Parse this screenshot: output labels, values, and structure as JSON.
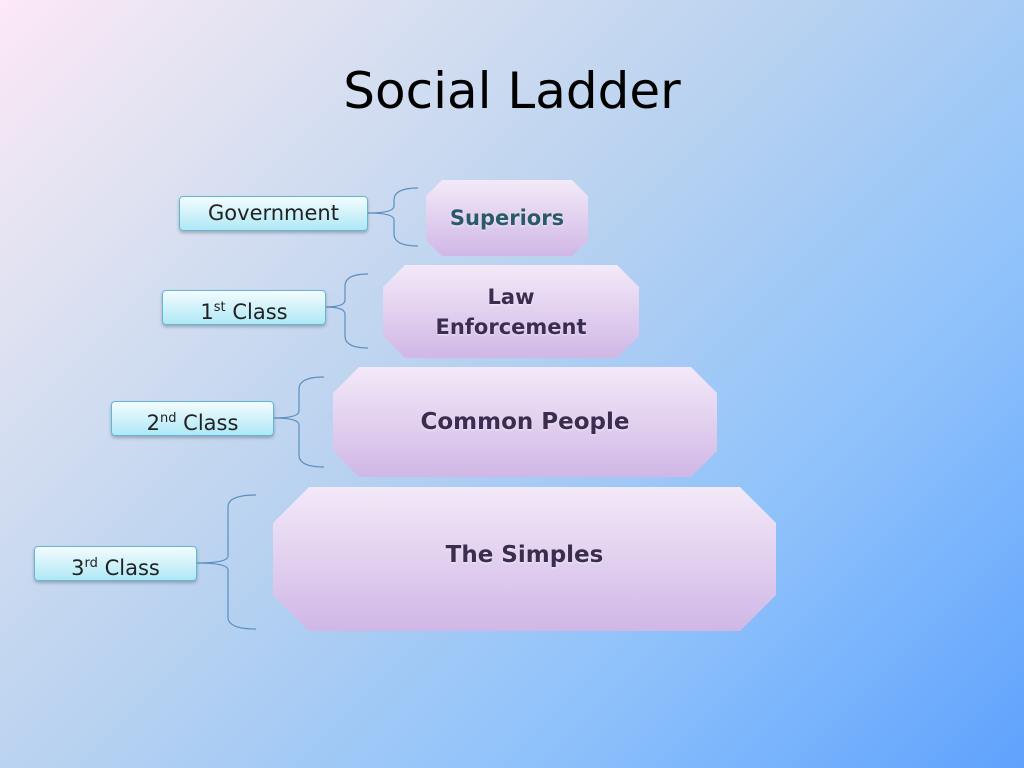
{
  "slide": {
    "title": "Social Ladder"
  },
  "tiers": [
    {
      "label": "Superiors"
    },
    {
      "label_line1": "Law",
      "label_line2": "Enforcement"
    },
    {
      "label": "Common People"
    },
    {
      "label": "The Simples"
    }
  ],
  "class_labels": [
    {
      "text": "Government"
    },
    {
      "number": "1",
      "suffix": "st",
      "word": "Class"
    },
    {
      "number": "2",
      "suffix": "nd",
      "word": "Class"
    },
    {
      "number": "3",
      "suffix": "rd",
      "word": "Class"
    }
  ],
  "colors": {
    "tier_fill": "#dcc8ee",
    "label_fill": "#c8f0fa",
    "bracket": "#5b8fbf",
    "superiors_text": "#2a5a6a"
  }
}
